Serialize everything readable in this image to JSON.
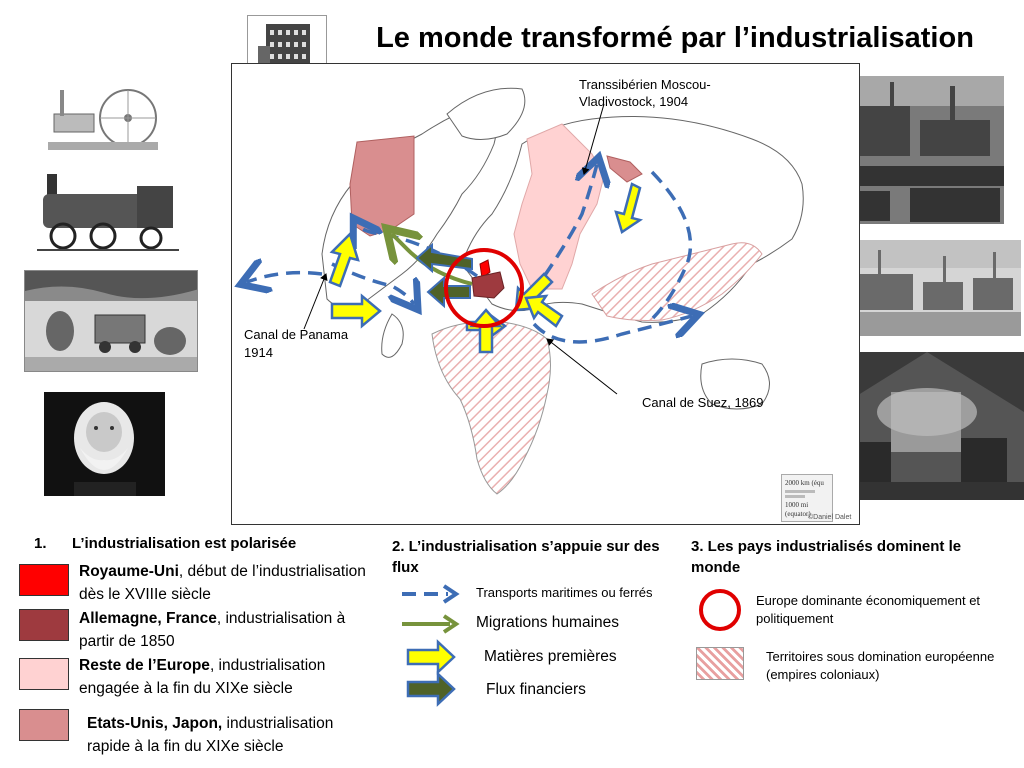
{
  "title": "Le monde transformé par l’industrialisation",
  "map": {
    "labels": {
      "transsiberien": "Transsibérien Moscou-Vladivostock, 1904",
      "panama_line1": "Canal de Panama",
      "panama_line2": "1914",
      "suez": "Canal de Suez, 1869"
    },
    "scale_lines": [
      "2000 km (équ",
      "1000 mi (equator)"
    ],
    "credit": "©Daniel Dalet"
  },
  "images": [
    {
      "icon": "skyscraper-building-photo"
    },
    {
      "icon": "steam-engine-drawing"
    },
    {
      "icon": "locomotive-drawing"
    },
    {
      "icon": "mine-workers-drawing"
    },
    {
      "icon": "karl-marx-portrait"
    },
    {
      "icon": "factory-complex-photo"
    },
    {
      "icon": "industrial-city-engraving"
    },
    {
      "icon": "railway-station-painting"
    }
  ],
  "section1": {
    "number": "1.",
    "title": "L’industrialisation est polarisée",
    "items": [
      {
        "bold": "Royaume-Uni",
        "rest": ", début de l’industrialisation dès le XVIIIe siècle",
        "color": "#ff0000"
      },
      {
        "bold": "Allemagne, France",
        "rest": ", industrialisation à partir de 1850",
        "color": "#9e3a3f"
      },
      {
        "bold": "Reste de l’Europe",
        "rest": ", industrialisation engagée à la fin du XIXe siècle",
        "color": "#ffd2d2"
      },
      {
        "bold": "Etats-Unis, Japon,",
        "rest": " industrialisation rapide à la fin du XIXe siècle",
        "color": "#d98e8f"
      }
    ]
  },
  "section2": {
    "title": "2. L’industrialisation s’appuie sur des flux",
    "items": [
      {
        "label": "Transports maritimes ou ferrés",
        "color": "#3d6db5"
      },
      {
        "label": "Migrations humaines",
        "color": "#77933c"
      },
      {
        "label": "Matières premières",
        "color": "#ffff00"
      },
      {
        "label": "Flux financiers",
        "color": "#4f6228"
      }
    ]
  },
  "section3": {
    "title": "3. Les pays industrialisés dominent le monde",
    "items": [
      {
        "label": "Europe dominante économiquement et politiquement",
        "color": "#e00000"
      },
      {
        "label": "Territoires sous domination européenne (empires coloniaux)",
        "color": "#e8a0a0"
      }
    ]
  }
}
